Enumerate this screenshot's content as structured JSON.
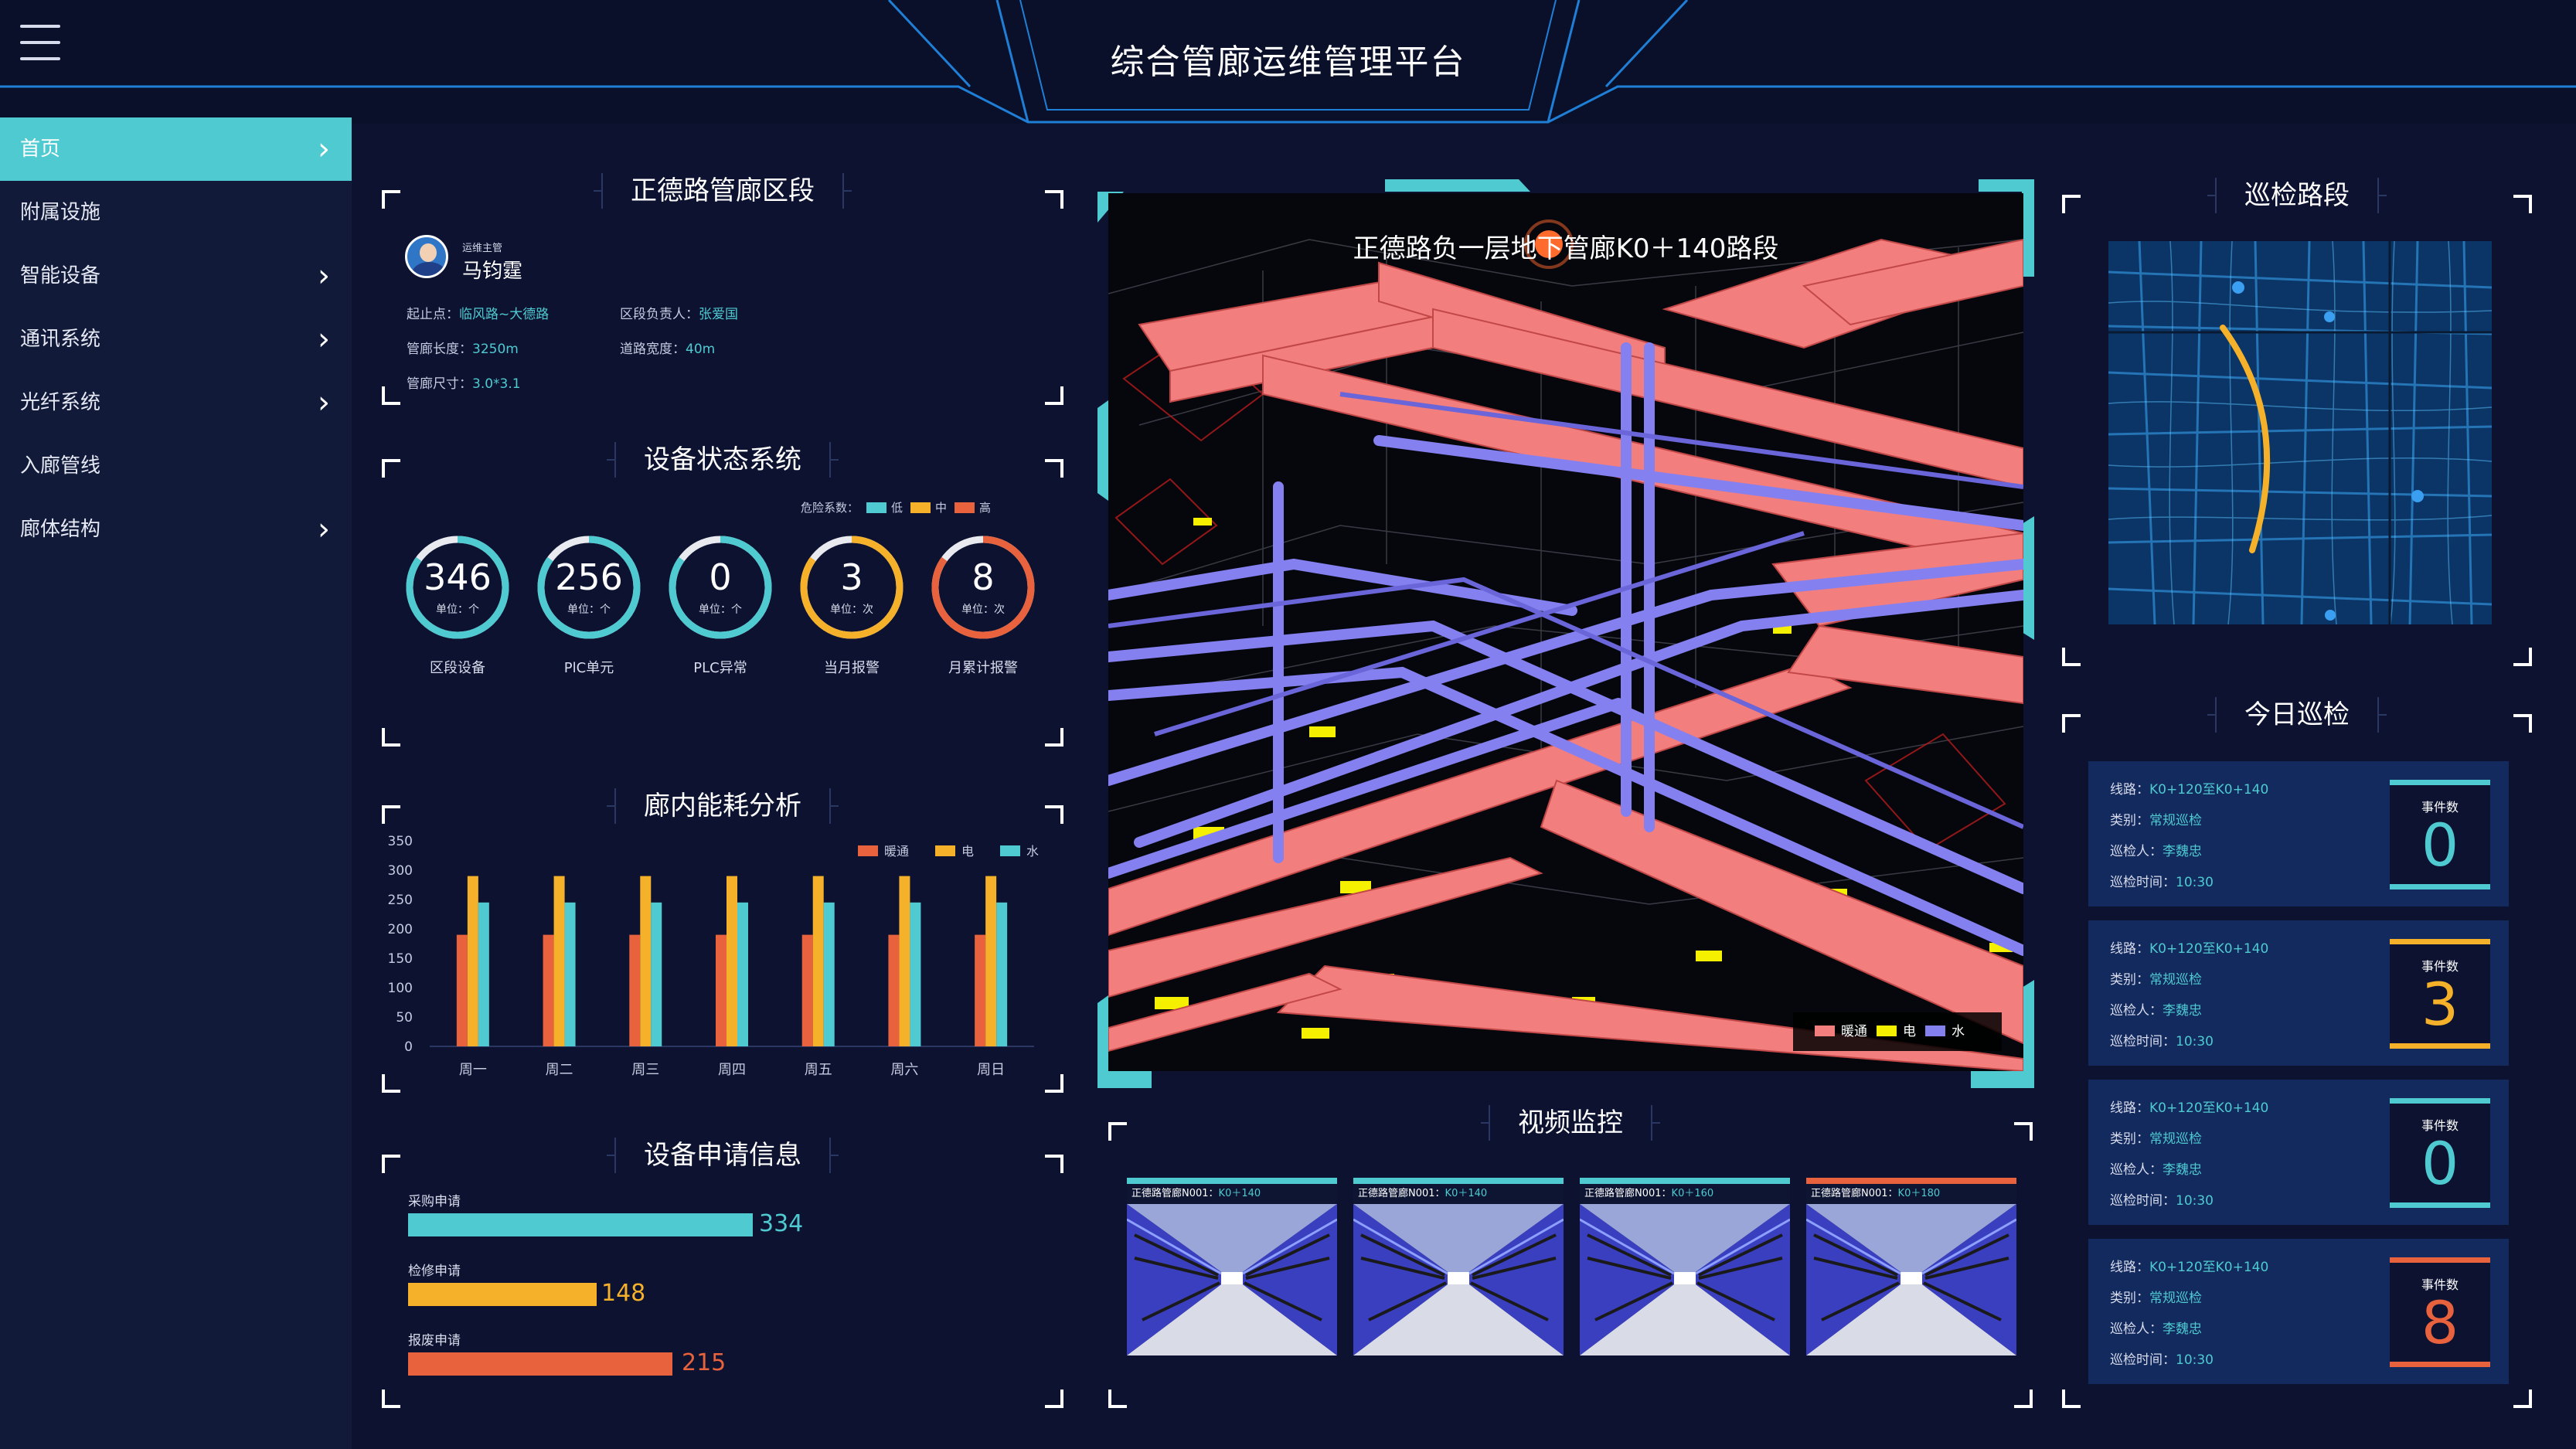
{
  "app": {
    "title": "综合管廊运维管理平台"
  },
  "sidebar": {
    "items": [
      {
        "label": "首页",
        "active": true,
        "arrow": true
      },
      {
        "label": "附属设施",
        "active": false,
        "arrow": false
      },
      {
        "label": "智能设备",
        "active": false,
        "arrow": true
      },
      {
        "label": "通讯系统",
        "active": false,
        "arrow": true
      },
      {
        "label": "光纤系统",
        "active": false,
        "arrow": true
      },
      {
        "label": "入廊管线",
        "active": false,
        "arrow": false
      },
      {
        "label": "廊体结构",
        "active": false,
        "arrow": true
      }
    ]
  },
  "section": {
    "title": "正德路管廊区段",
    "role": "运维主管",
    "person": "马钧霆",
    "fields": {
      "start_end_label": "起止点：",
      "start_end": "临风路~大德路",
      "owner_label": "区段负责人：",
      "owner": "张爱国",
      "length_label": "管廊长度：",
      "length": "3250m",
      "width_label": "道路宽度：",
      "width": "40m",
      "size_label": "管廊尺寸：",
      "size": "3.0*3.1"
    }
  },
  "equipment": {
    "title": "设备状态系统",
    "legend_prefix": "危险系数：",
    "legend": [
      {
        "label": "低",
        "color": "#4ecad0"
      },
      {
        "label": "中",
        "color": "#f6b12a"
      },
      {
        "label": "高",
        "color": "#e8623d"
      }
    ],
    "gauges": [
      {
        "value": "346",
        "unit": "单位：个",
        "label": "区段设备",
        "color": "#4ecad0",
        "level": 0.85
      },
      {
        "value": "256",
        "unit": "单位：个",
        "label": "PlC单元",
        "color": "#4ecad0",
        "level": 0.85
      },
      {
        "value": "0",
        "unit": "单位：个",
        "label": "PLC异常",
        "color": "#4ecad0",
        "level": 0.85
      },
      {
        "value": "3",
        "unit": "单位：次",
        "label": "当月报警",
        "color": "#f6b12a",
        "level": 0.85
      },
      {
        "value": "8",
        "unit": "单位：次",
        "label": "月累计报警",
        "color": "#e8623d",
        "level": 0.85
      }
    ]
  },
  "energy": {
    "title": "廊内能耗分析",
    "chart_data": {
      "type": "bar",
      "categories": [
        "周一",
        "周二",
        "周三",
        "周四",
        "周五",
        "周六",
        "周日"
      ],
      "series": [
        {
          "name": "暖通",
          "color": "#e8623d",
          "values": [
            190,
            190,
            190,
            190,
            190,
            190,
            190
          ]
        },
        {
          "name": "电",
          "color": "#f6b12a",
          "values": [
            290,
            290,
            290,
            290,
            290,
            290,
            290
          ]
        },
        {
          "name": "水",
          "color": "#4ecad0",
          "values": [
            245,
            245,
            245,
            245,
            245,
            245,
            245
          ]
        }
      ],
      "ylim": [
        0,
        350
      ],
      "yticks": [
        0,
        50,
        100,
        150,
        200,
        250,
        300,
        350
      ]
    }
  },
  "requests": {
    "title": "设备申请信息",
    "items": [
      {
        "label": "采购申请",
        "value": "334",
        "color": "#4ecad0"
      },
      {
        "label": "检修申请",
        "value": "148",
        "color": "#f6b12a"
      },
      {
        "label": "报废申请",
        "value": "215",
        "color": "#e8623d"
      }
    ]
  },
  "view3d": {
    "title": "正德路负一层地下管廊K0＋140路段",
    "legend": [
      {
        "label": "暖通",
        "color": "#f37e7e"
      },
      {
        "label": "电",
        "color": "#f4f000"
      },
      {
        "label": "水",
        "color": "#8580f0"
      }
    ]
  },
  "video": {
    "title": "视频监控",
    "cams": [
      {
        "name": "正德路管廊N001：",
        "pos": "K0＋140",
        "color": "#4ecad0"
      },
      {
        "name": "正德路管廊N001：",
        "pos": "K0＋140",
        "color": "#4ecad0"
      },
      {
        "name": "正德路管廊N001：",
        "pos": "K0＋160",
        "color": "#4ecad0"
      },
      {
        "name": "正德路管廊N001：",
        "pos": "K0＋180",
        "color": "#e8623d"
      }
    ]
  },
  "route": {
    "title": "巡检路段"
  },
  "patrol": {
    "title": "今日巡检",
    "count_label": "事件数",
    "labels": {
      "line": "线路：",
      "type": "类别：",
      "person": "巡检人：",
      "time": "巡检时间："
    },
    "cards": [
      {
        "line": "K0+120至K0+140",
        "type": "常规巡检",
        "person": "李魏忠",
        "time": "10:30",
        "count": "0",
        "color": "#4ecad0"
      },
      {
        "line": "K0+120至K0+140",
        "type": "常规巡检",
        "person": "李魏忠",
        "time": "10:30",
        "count": "3",
        "color": "#f6b12a"
      },
      {
        "line": "K0+120至K0+140",
        "type": "常规巡检",
        "person": "李魏忠",
        "time": "10:30",
        "count": "0",
        "color": "#4ecad0"
      },
      {
        "line": "K0+120至K0+140",
        "type": "常规巡检",
        "person": "李魏忠",
        "time": "10:30",
        "count": "8",
        "color": "#e8623d"
      }
    ]
  }
}
